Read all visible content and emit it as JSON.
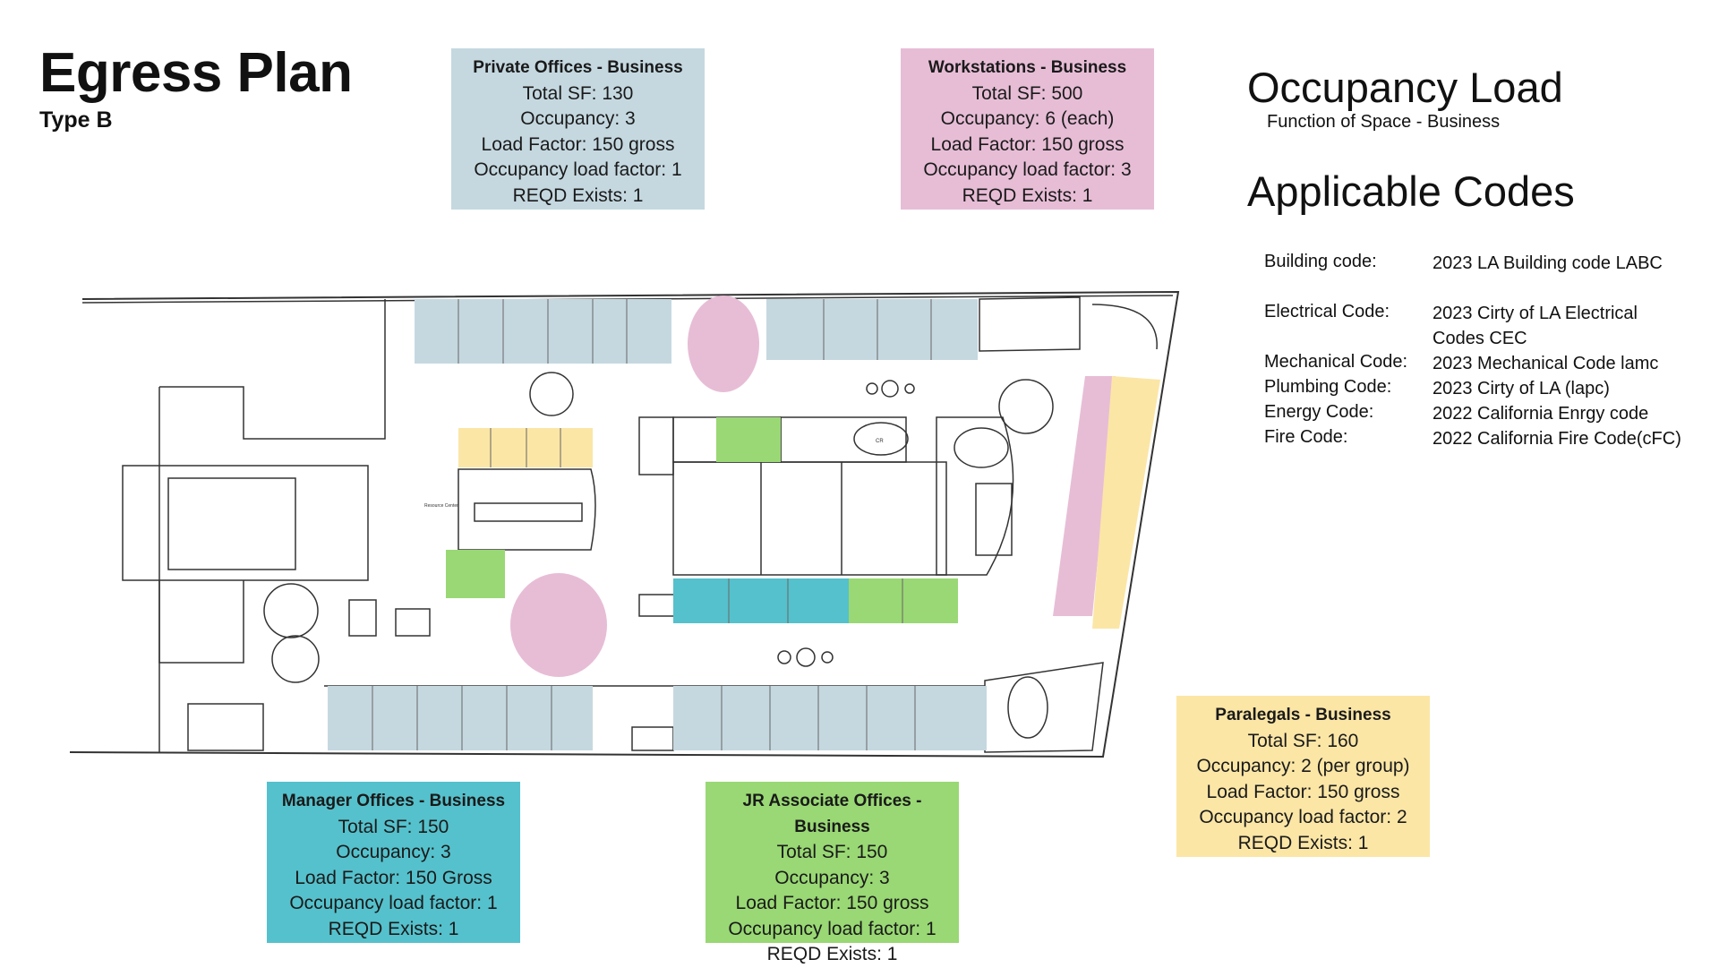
{
  "title": "Egress Plan",
  "subtitle": "Type B",
  "occupancy": {
    "heading": "Occupancy Load",
    "function": "Function of Space - Business"
  },
  "codes": {
    "heading": "Applicable Codes",
    "items": [
      {
        "label": "Building code:",
        "value": "2023 LA Building code LABC"
      },
      {
        "label": "Electrical Code:",
        "value": "2023 Cirty of LA Electrical",
        "value2": "Codes CEC"
      },
      {
        "label": "Mechanical Code:",
        "value": "2023 Mechanical Code lamc"
      },
      {
        "label": "Plumbing Code:",
        "value": "2023 Cirty of LA (lapc)"
      },
      {
        "label": "Energy Code:",
        "value": "2022 California Enrgy code"
      },
      {
        "label": "Fire Code:",
        "value": "2022 California Fire Code(cFC)"
      }
    ]
  },
  "boxes": {
    "private": {
      "title": "Private Offices - Business",
      "lines": [
        "Total SF: 130",
        "Occupancy: 3",
        "Load Factor: 150 gross",
        "Occupancy load factor: 1",
        "REQD Exists: 1"
      ]
    },
    "workstations": {
      "title": "Workstations - Business",
      "lines": [
        "Total SF: 500",
        "Occupancy: 6 (each)",
        "Load Factor: 150 gross",
        "Occupancy load factor: 3",
        "REQD Exists: 1"
      ]
    },
    "paralegals": {
      "title": "Paralegals - Business",
      "lines": [
        "Total SF: 160",
        "Occupancy: 2 (per group)",
        "Load Factor: 150 gross",
        "Occupancy load factor: 2",
        "REQD Exists: 1"
      ]
    },
    "manager": {
      "title": "Manager Offices - Business",
      "lines": [
        "Total SF: 150",
        "Occupancy: 3",
        "Load Factor: 150 Gross",
        "Occupancy load factor: 1",
        "REQD Exists: 1"
      ]
    },
    "jr": {
      "title": "JR Associate Offices - Business",
      "lines": [
        "Total SF: 150",
        "Occupancy: 3",
        "Load Factor: 150 gross",
        "Occupancy load factor: 1",
        "REQD Exists: 1"
      ]
    }
  },
  "plan_labels": {
    "resource": "Resource Center",
    "cr": "CR"
  },
  "colors": {
    "private": "#c5d8e0",
    "workstations": "#e7bdd6",
    "paralegals": "#fbe6a6",
    "manager": "#55c1cc",
    "jr": "#99d874"
  }
}
